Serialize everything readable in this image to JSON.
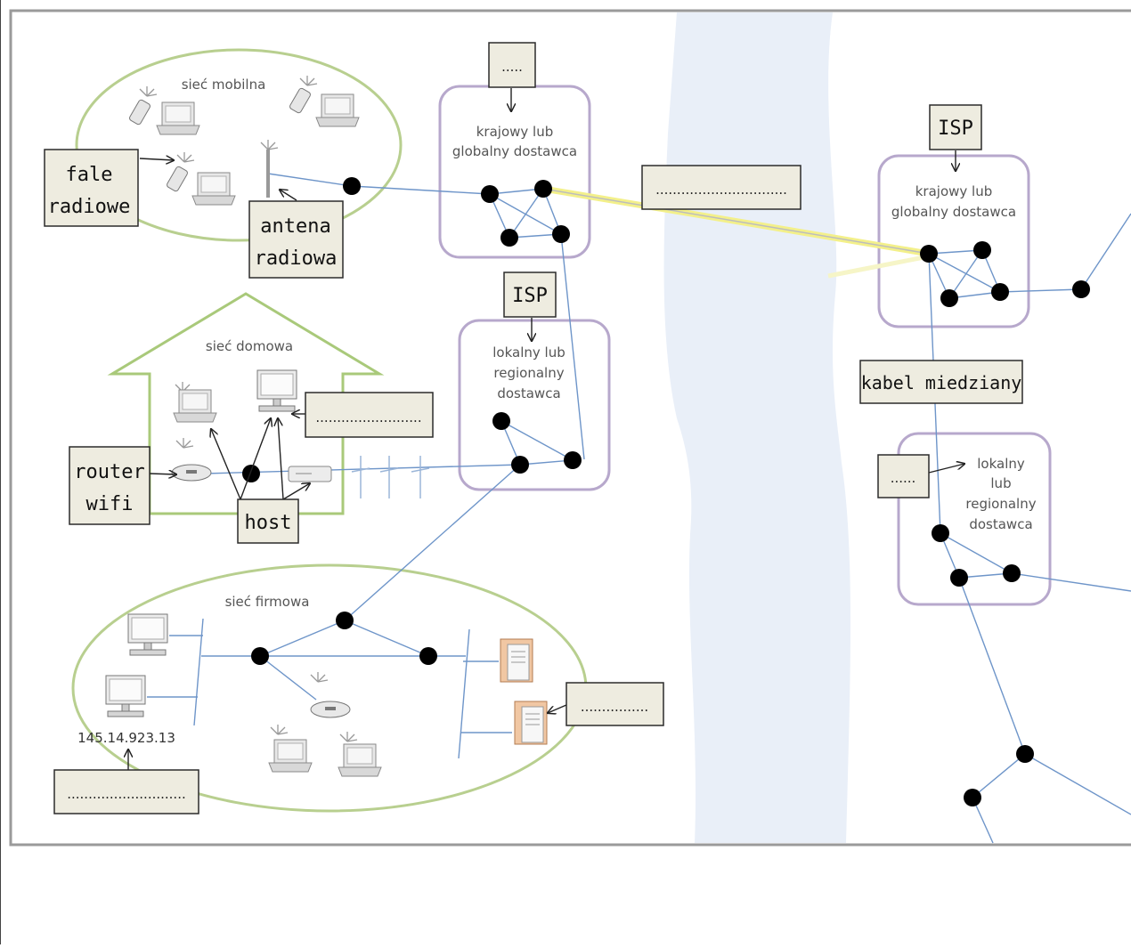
{
  "diagram": {
    "labels": {
      "mobile_network": "sieć mobilna",
      "home_network": "sieć domowa",
      "company_network": "sieć firmowa",
      "global_provider_1": [
        "krajowy lub",
        "globalny dostawca"
      ],
      "global_provider_2": [
        "krajowy lub",
        "globalny dostawca"
      ],
      "regional_provider_1": [
        "lokalny lub",
        "regionalny",
        "dostawca"
      ],
      "regional_provider_2": [
        "lokalny",
        "lub",
        "regionalny",
        "dostawca"
      ],
      "ip_address": "145.14.923.13"
    },
    "boxes": {
      "radio_waves": [
        "fale",
        "radiowe"
      ],
      "radio_antenna": [
        "antena",
        "radiowa"
      ],
      "isp_1": "ISP",
      "isp_2": "ISP",
      "copper_cable": "kabel miedziany",
      "router_wifi": [
        "router",
        "wifi"
      ],
      "host": "host",
      "blank_top_global": ".....",
      "blank_link": "...............................",
      "blank_pc": ".........................",
      "blank_regional_right": "......",
      "blank_server": "................",
      "blank_ip": "............................"
    },
    "colors": {
      "link": "#6e95c9",
      "river": "#e9eff8",
      "isp_border": "#b7a8cc",
      "network_ellipse": "#b8cf8f",
      "house": "#a9c97a",
      "label_box": "#eeece0",
      "highlight_link": "#f3f08a"
    },
    "icons": [
      "router-node-icon",
      "laptop-icon",
      "phone-icon",
      "desktop-pc-icon",
      "server-icon",
      "wifi-router-icon",
      "antenna-icon",
      "modem-icon"
    ]
  }
}
